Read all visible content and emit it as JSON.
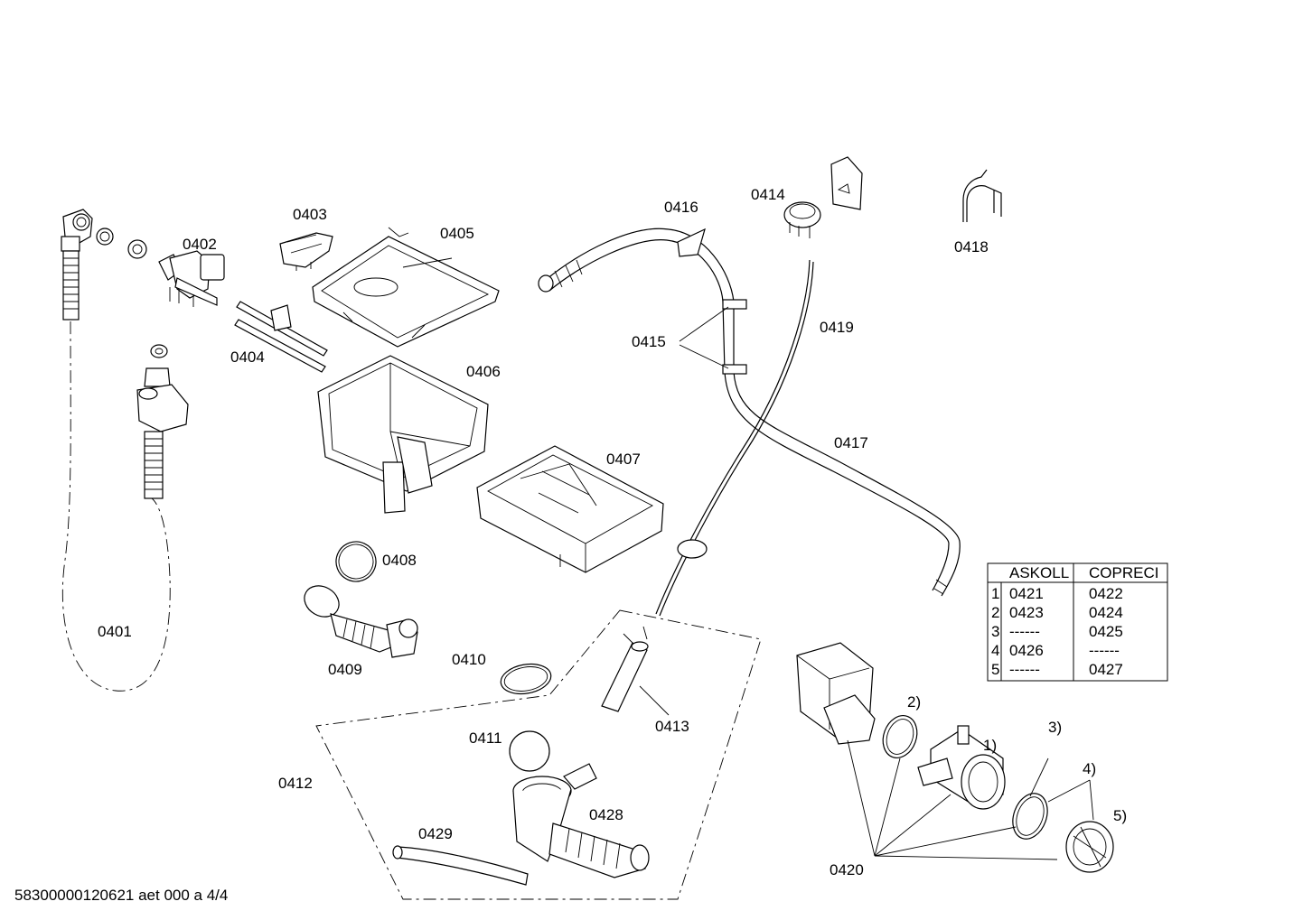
{
  "callouts": {
    "p0401": "0401",
    "p0402": "0402",
    "p0403": "0403",
    "p0404": "0404",
    "p0405": "0405",
    "p0406": "0406",
    "p0407": "0407",
    "p0408": "0408",
    "p0409": "0409",
    "p0410": "0410",
    "p0411": "0411",
    "p0412": "0412",
    "p0413": "0413",
    "p0414": "0414",
    "p0415": "0415",
    "p0416": "0416",
    "p0417": "0417",
    "p0418": "0418",
    "p0419": "0419",
    "p0420": "0420",
    "p0428": "0428",
    "p0429": "0429",
    "sub1": "1)",
    "sub2": "2)",
    "sub3": "3)",
    "sub4": "4)",
    "sub5": "5)"
  },
  "table": {
    "headers": [
      "ASKOLL",
      "COPRECI"
    ],
    "rows": [
      {
        "num": "1",
        "askoll": "0421",
        "copreci": "0422"
      },
      {
        "num": "2",
        "askoll": "0423",
        "copreci": "0424"
      },
      {
        "num": "3",
        "askoll": "------",
        "copreci": "0425"
      },
      {
        "num": "4",
        "askoll": "0426",
        "copreci": "------"
      },
      {
        "num": "5",
        "askoll": "------",
        "copreci": "0427"
      }
    ]
  },
  "footer": "58300000120621 aet 000 a 4/4"
}
